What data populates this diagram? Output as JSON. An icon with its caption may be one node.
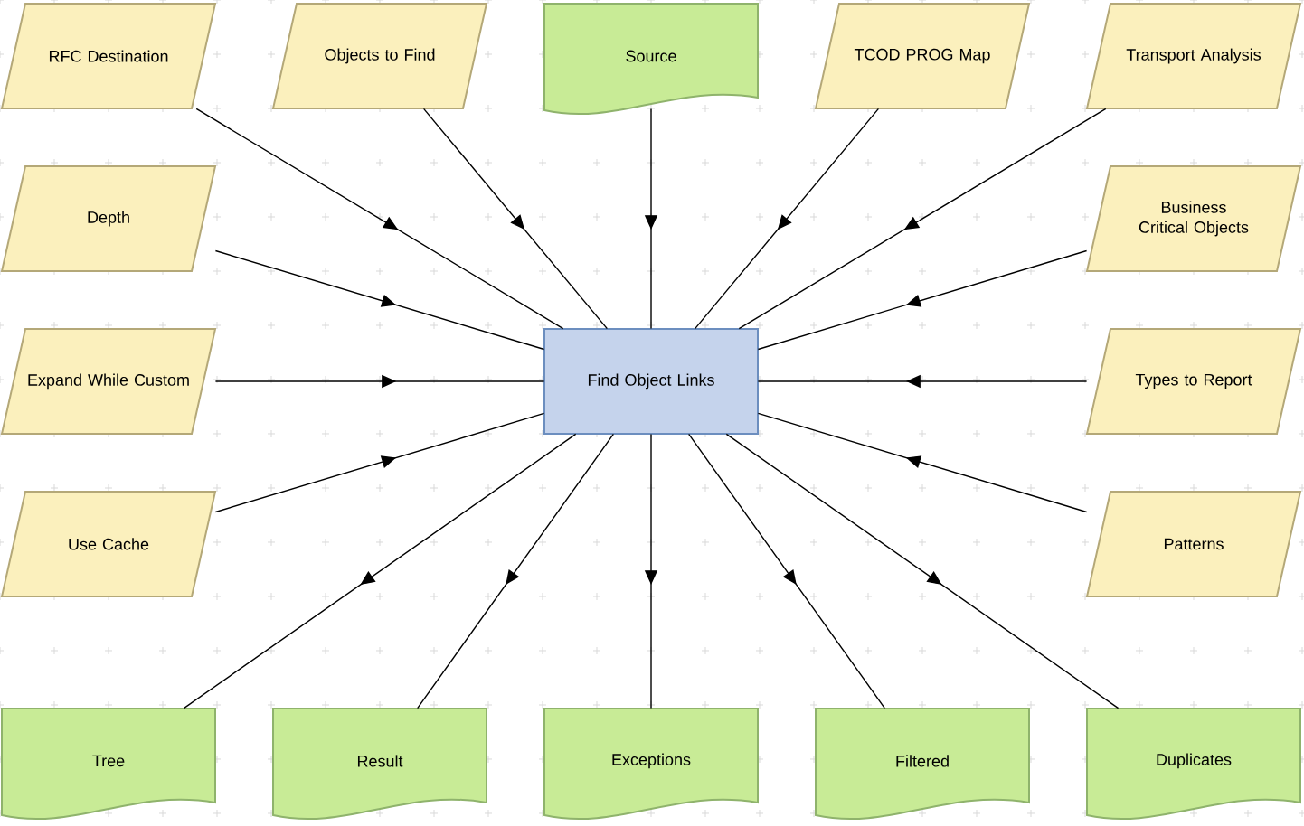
{
  "diagram": {
    "nodes": [
      {
        "text": [
          "RFC Destination"
        ]
      },
      {
        "text": [
          "Objects to Find"
        ]
      },
      {
        "text": [
          "Source"
        ]
      },
      {
        "text": [
          "TCOD PROG Map"
        ]
      },
      {
        "text": [
          "Transport Analysis"
        ]
      },
      {
        "text": [
          "Depth"
        ]
      },
      {
        "text": [
          "Business Critical Objects"
        ]
      },
      {
        "text": [
          "Expand While Custom"
        ]
      },
      {
        "text": [
          "Find Object Links"
        ]
      },
      {
        "text": [
          "Types to Report"
        ]
      },
      {
        "text": [
          "Use Cache"
        ]
      },
      {
        "text": [
          "Patterns"
        ]
      },
      {
        "text": [
          "Tree"
        ]
      },
      {
        "text": [
          "Result"
        ]
      },
      {
        "text": [
          "Exceptions"
        ]
      },
      {
        "text": [
          "Filtered"
        ]
      },
      {
        "text": [
          "Duplicates"
        ]
      }
    ],
    "edges": [
      {
        "from": 0,
        "to": 8,
        "arrow": "to"
      },
      {
        "from": 1,
        "to": 8,
        "arrow": "to"
      },
      {
        "from": 2,
        "to": 8,
        "arrow": "to"
      },
      {
        "from": 3,
        "to": 8,
        "arrow": "to"
      },
      {
        "from": 4,
        "to": 8,
        "arrow": "to"
      },
      {
        "from": 5,
        "to": 8,
        "arrow": "to"
      },
      {
        "from": 6,
        "to": 8,
        "arrow": "to"
      },
      {
        "from": 7,
        "to": 8,
        "arrow": "to"
      },
      {
        "from": 9,
        "to": 8,
        "arrow": "to"
      },
      {
        "from": 10,
        "to": 8,
        "arrow": "to"
      },
      {
        "from": 11,
        "to": 8,
        "arrow": "to"
      },
      {
        "from": 8,
        "to": 12,
        "arrow": "to"
      },
      {
        "from": 8,
        "to": 13,
        "arrow": "to"
      },
      {
        "from": 8,
        "to": 14,
        "arrow": "to"
      },
      {
        "from": 8,
        "to": 15,
        "arrow": "to"
      },
      {
        "from": 8,
        "to": 16,
        "arrow": "to"
      }
    ]
  }
}
